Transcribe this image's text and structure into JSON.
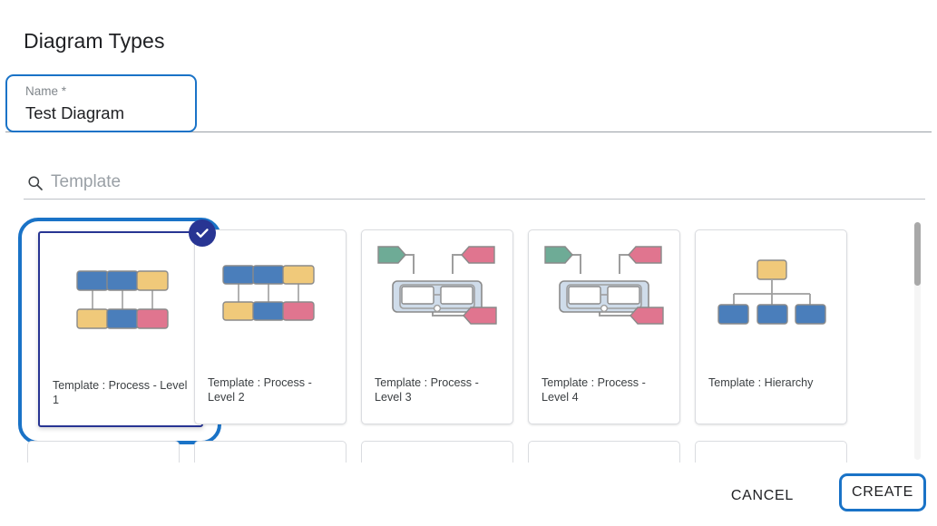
{
  "dialog": {
    "title": "Diagram Types"
  },
  "name_field": {
    "label": "Name *",
    "value": "Test Diagram",
    "placeholder": ""
  },
  "search": {
    "placeholder": "Template",
    "value": "",
    "icon": "search-icon"
  },
  "templates": [
    {
      "label": "Template : Process - Level 1",
      "thumb": "process-grid",
      "selected": true
    },
    {
      "label": "Template : Process - Level 2",
      "thumb": "process-grid",
      "selected": false
    },
    {
      "label": "Template : Process - Level 3",
      "thumb": "process-container",
      "selected": false
    },
    {
      "label": "Template : Process - Level 4",
      "thumb": "process-container",
      "selected": false
    },
    {
      "label": "Template : Hierarchy",
      "thumb": "hierarchy",
      "selected": false
    }
  ],
  "selected_badge": {
    "icon": "check-circle-icon"
  },
  "footer": {
    "cancel_label": "CANCEL",
    "create_label": "CREATE"
  },
  "colors": {
    "accent_blue": "#1a73c7",
    "selected_border": "#283593",
    "node_blue": "#4a7ebb",
    "node_yellow": "#f0c97a",
    "node_pink": "#e0758f",
    "node_green": "#6eab96",
    "container_fill": "#cfdcea",
    "node_stroke": "#8a8a8a"
  },
  "scrollbar": {
    "position": "top"
  }
}
